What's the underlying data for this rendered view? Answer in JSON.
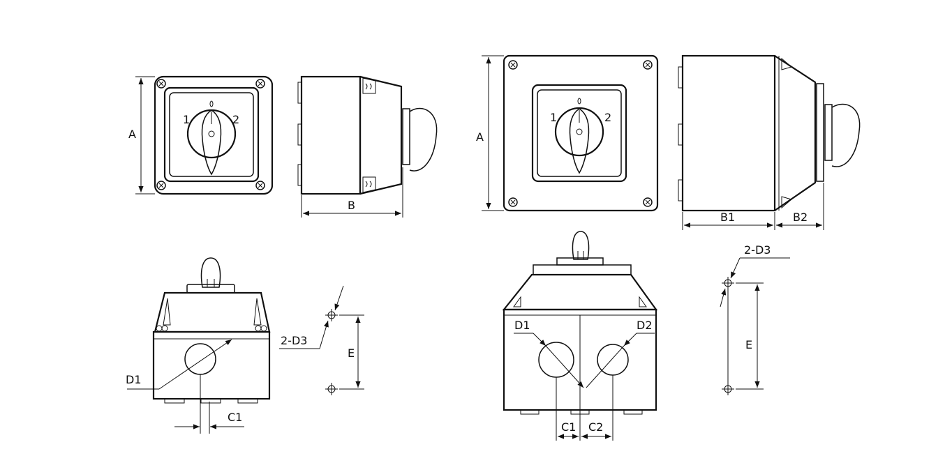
{
  "small_switch": {
    "front": {
      "dim_a": "A",
      "pos_1": "1",
      "pos_2": "2",
      "pos_0": "0"
    },
    "side": {
      "dim_b": "B"
    },
    "bottom": {
      "dim_d1": "D1",
      "dim_c1": "C1"
    },
    "mounting": {
      "dim_2d3": "2-D3",
      "dim_e": "E"
    }
  },
  "large_switch": {
    "front": {
      "dim_a": "A",
      "pos_1": "1",
      "pos_2": "2",
      "pos_0": "0"
    },
    "side": {
      "dim_b1": "B1",
      "dim_b2": "B2"
    },
    "bottom": {
      "dim_d1": "D1",
      "dim_d2": "D2",
      "dim_c1": "C1",
      "dim_c2": "C2"
    },
    "mounting": {
      "dim_2d3": "2-D3",
      "dim_e": "E"
    }
  }
}
